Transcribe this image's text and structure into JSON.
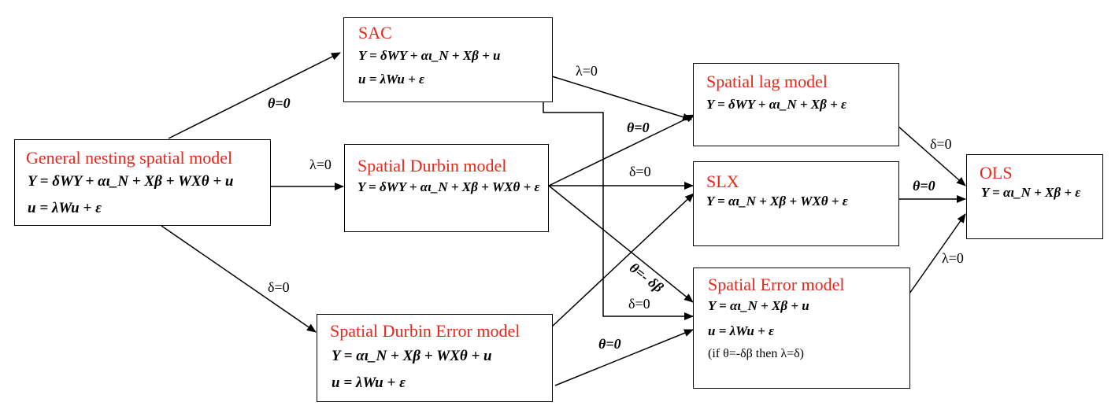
{
  "nodes": {
    "general": {
      "title": "General nesting spatial model",
      "eq1": "Y = δWY + αι_N + Xβ + WXθ + u",
      "eq2": "u = λWu + ε"
    },
    "sac": {
      "title": "SAC",
      "eq1": "Y = δWY + αι_N + Xβ + u",
      "eq2": "u = λWu + ε"
    },
    "sdm": {
      "title": "Spatial Durbin model",
      "eq1": "Y = δWY + αι_N + Xβ + WXθ + ε"
    },
    "sdem": {
      "title": "Spatial Durbin Error model",
      "eq1": "Y = αι_N + Xβ + WXθ + u",
      "eq2": "u = λWu + ε"
    },
    "lag": {
      "title": "Spatial lag model",
      "eq1": "Y = δWY + αι_N + Xβ + ε"
    },
    "slx": {
      "title": "SLX",
      "eq1": "Y = αι_N + Xβ + WXθ + ε"
    },
    "sem": {
      "title": "Spatial Error model",
      "eq1": "Y = αι_N + Xβ + u",
      "eq2": "u = λWu + ε",
      "note": "(if θ=-δβ then λ=δ)"
    },
    "ols": {
      "title": "OLS",
      "eq1": "Y = αι_N + Xβ + ε"
    }
  },
  "edge_labels": {
    "gns_sac": "θ=0",
    "gns_sdm": "λ=0",
    "gns_sdem": "δ=0",
    "sac_lag": "λ=0",
    "sdm_lag": "θ=0",
    "sdm_slx": "δ=0",
    "sdm_sem": "θ=- δβ",
    "sac_sem": "δ=0",
    "sdem_sem": "θ=0",
    "lag_ols": "δ=0",
    "slx_ols": "θ=0",
    "sem_ols": "λ=0"
  },
  "colors": {
    "title": "#e8271b",
    "line": "#000000",
    "box_fill": "#ffffff"
  }
}
